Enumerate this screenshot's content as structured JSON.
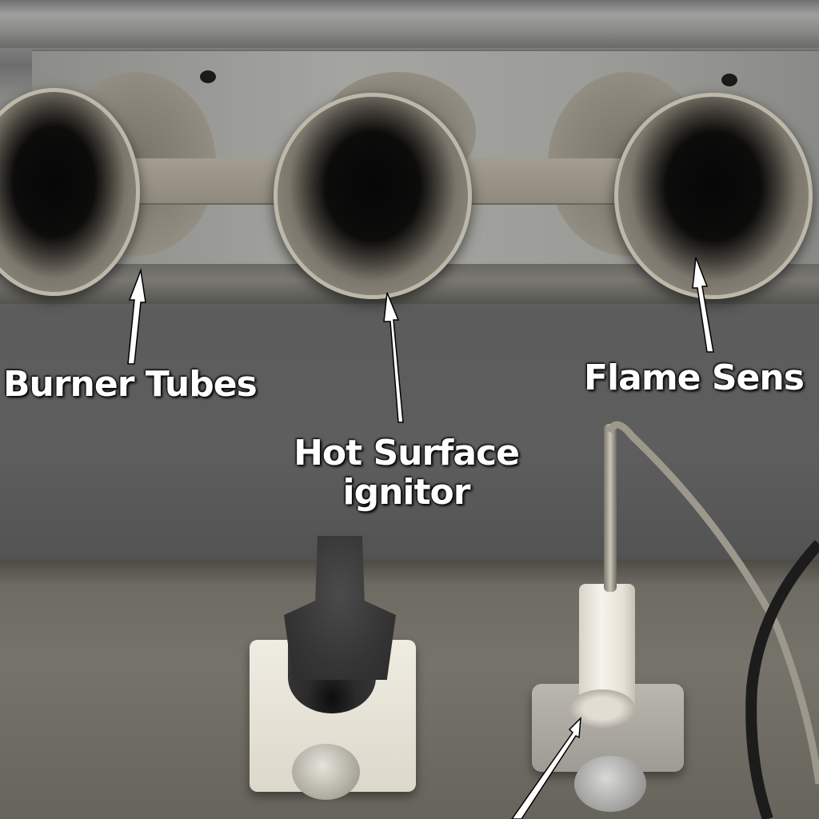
{
  "scene": {
    "description": "Furnace burner assembly close-up with annotated components",
    "colors": {
      "label_text": "#ffffff",
      "label_outline": "#000000",
      "metal": "#9c9c98",
      "tube_rim": "#bdb8aa",
      "ceramic": "#efece2"
    }
  },
  "labels": {
    "burner_tubes": "Burner Tubes",
    "hot_surface_ignitor_line1": "Hot Surface",
    "hot_surface_ignitor_line2": "ignitor",
    "flame_sensor": "Flame Sens"
  },
  "components": {
    "burner_tube_count": 3,
    "icons": [
      "arrow-up-icon",
      "arrow-up-icon",
      "arrow-up-icon",
      "arrow-diagonal-icon"
    ]
  }
}
